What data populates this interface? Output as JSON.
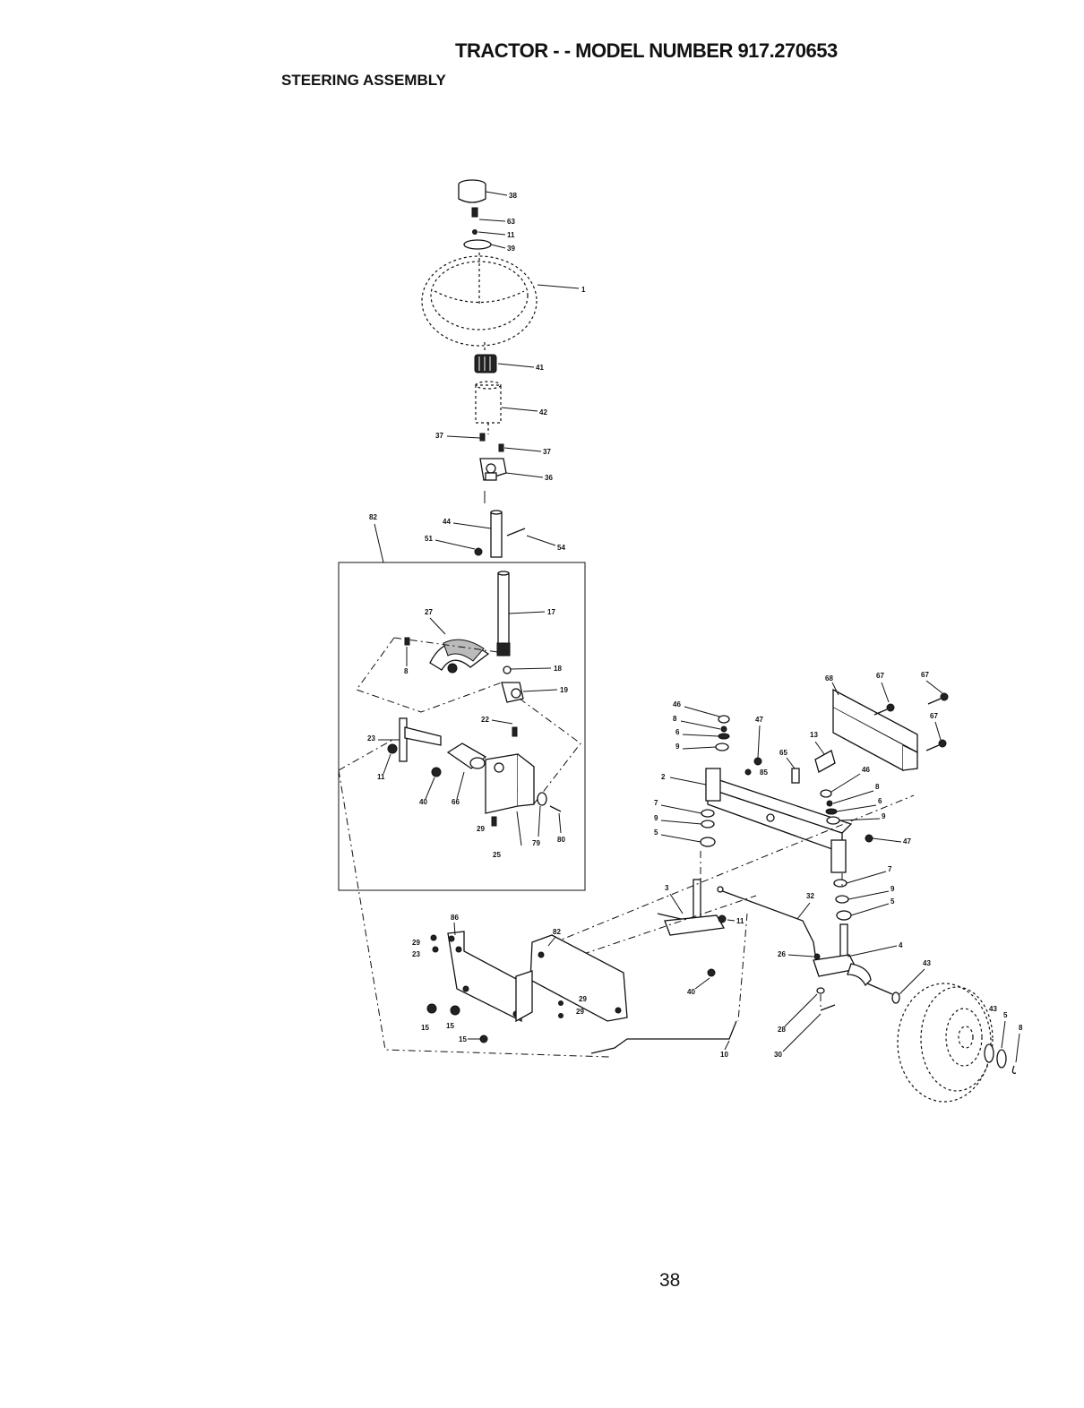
{
  "header": {
    "title": "TRACTOR - - MODEL NUMBER 917.270653",
    "subtitle": "STEERING ASSEMBLY"
  },
  "page_number": "38",
  "callouts": {
    "c38": "38",
    "c63": "63",
    "c11a": "11",
    "c39": "39",
    "c1": "1",
    "c41": "41",
    "c42": "42",
    "c37a": "37",
    "c37b": "37",
    "c36": "36",
    "c82a": "82",
    "c44": "44",
    "c51": "51",
    "c54": "54",
    "c27": "27",
    "c8a": "8",
    "c17": "17",
    "c18": "18",
    "c19": "19",
    "c22": "22",
    "c23a": "23",
    "c11b": "11",
    "c40a": "40",
    "c66": "66",
    "c29a": "29",
    "c79": "79",
    "c80": "80",
    "c25": "25",
    "c46a": "46",
    "c8b": "8",
    "c6a": "6",
    "c9a": "9",
    "c47a": "47",
    "c2": "2",
    "c65": "65",
    "c13": "13",
    "c68": "68",
    "c67a": "67",
    "c67b": "67",
    "c67c": "67",
    "c46b": "46",
    "c8c": "8",
    "c6b": "6",
    "c9b": "9",
    "c7a": "7",
    "c9c": "9",
    "c5a": "5",
    "c85": "85",
    "c47b": "47",
    "c7b": "7",
    "c9d": "9",
    "c5b": "5",
    "c3": "3",
    "c32": "32",
    "c11c": "11",
    "c4": "4",
    "c26": "26",
    "c43a": "43",
    "c40b": "40",
    "c28": "28",
    "c30": "30",
    "c10": "10",
    "c43b": "43",
    "c5c": "5",
    "c8d": "8",
    "c86": "86",
    "c82b": "82",
    "c29b": "29",
    "c23b": "23",
    "c29c": "29",
    "c29d": "29",
    "c15a": "15",
    "c15b": "15",
    "c15c": "15"
  }
}
